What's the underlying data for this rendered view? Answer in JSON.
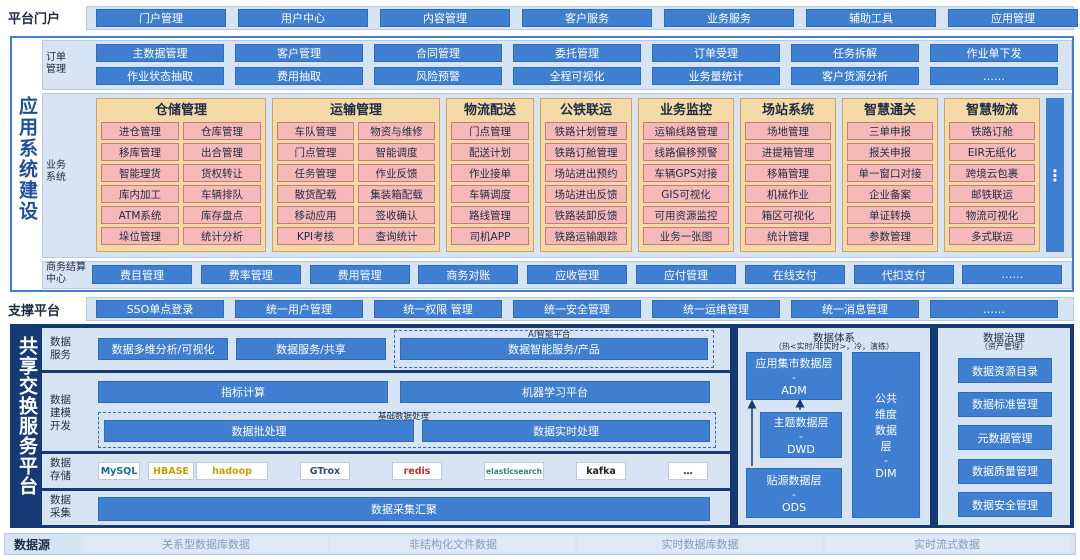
{
  "portal": {
    "label": "平台门户",
    "items": [
      "门户管理",
      "用户中心",
      "内容管理",
      "客户服务",
      "业务服务",
      "辅助工具",
      "应用管理"
    ]
  },
  "app": {
    "label": "应用系统建设",
    "order": {
      "label": "订单管理",
      "row1": [
        "主数据管理",
        "客户管理",
        "合同管理",
        "委托管理",
        "订单受理",
        "任务拆解",
        "作业单下发"
      ],
      "row2": [
        "作业状态抽取",
        "费用抽取",
        "风险预警",
        "全程可视化",
        "业务量统计",
        "客户货源分析",
        "……"
      ]
    },
    "business": {
      "label": "业务系统",
      "systems": [
        {
          "title": "仓储管理",
          "items": [
            "进仓管理",
            "仓库管理",
            "移库管理",
            "出合管理",
            "智能理货",
            "货权转让",
            "库内加工",
            "车辆排队",
            "ATM系统",
            "库存盘点",
            "垛位管理",
            "统计分析"
          ]
        },
        {
          "title": "运输管理",
          "items": [
            "车队管理",
            "物资与维修",
            "门点管理",
            "智能调度",
            "任务管理",
            "作业反馈",
            "散货配载",
            "集装箱配载",
            "移动应用",
            "签收确认",
            "KPI考核",
            "查询统计"
          ]
        },
        {
          "title": "物流配送",
          "items": [
            "门点管理",
            "配送计划",
            "作业接单",
            "车辆调度",
            "路线管理",
            "司机APP"
          ]
        },
        {
          "title": "公铁联运",
          "items": [
            "铁路计划管理",
            "铁路订舱管理",
            "场站进出预约",
            "场站进出反馈",
            "铁路装卸反馈",
            "铁路运输跟踪"
          ]
        },
        {
          "title": "业务监控",
          "items": [
            "运输线路管理",
            "线路偏移预警",
            "车辆GPS对接",
            "GIS可视化",
            "可用资源监控",
            "业务一张图"
          ]
        },
        {
          "title": "场站系统",
          "items": [
            "场地管理",
            "进提箱管理",
            "移箱管理",
            "机械作业",
            "箱区可视化",
            "统计管理"
          ]
        },
        {
          "title": "智慧通关",
          "items": [
            "三单申报",
            "报关申报",
            "单一窗口对接",
            "企业备案",
            "单证转换",
            "参数管理"
          ]
        },
        {
          "title": "智慧物流",
          "items": [
            "铁路订舱",
            "EIR无纸化",
            "跨境云包裹",
            "邮铁联运",
            "物流可视化",
            "多式联运"
          ]
        }
      ],
      "more": "⋮"
    },
    "settlement": {
      "label": "商务结算中心",
      "items": [
        "费目管理",
        "费率管理",
        "费用管理",
        "商务对账",
        "应收管理",
        "应付管理",
        "在线支付",
        "代扣支付",
        "……"
      ]
    }
  },
  "support": {
    "label": "支撑平台",
    "items": [
      "SSO单点登录",
      "统一用户管理",
      "统一权限 管理",
      "统一安全管理",
      "统一运维管理",
      "统一消息管理",
      "……"
    ]
  },
  "share": {
    "label": "共享交换服务平台",
    "service": {
      "label": "数据服务",
      "items": [
        "数据多维分析/可视化",
        "数据服务/共享"
      ],
      "ai_title": "AI智能平台",
      "ai_item": "数据智能服务/产品"
    },
    "modeling": {
      "label": "数据建模开发",
      "items": [
        "指标计算",
        "机器学习平台"
      ],
      "base_title": "基础数据处理",
      "base_items": [
        "数据批处理",
        "数据实时处理"
      ]
    },
    "storage": {
      "label": "数据存储",
      "logos": [
        "MySQL",
        "HBASE",
        "hadoop",
        "GTrox",
        "redis",
        "elasticsearch",
        "kafka",
        "…"
      ]
    },
    "collect": {
      "label": "数据采集",
      "item": "数据采集汇聚"
    },
    "system": {
      "title": "数据体系",
      "subtitle": "（热<实时/非实时>，冷，演练）",
      "adm": [
        "应用集市数据层",
        "-",
        "ADM"
      ],
      "dwd": [
        "主题数据层",
        "-",
        "DWD"
      ],
      "ods": [
        "贴源数据层",
        "-",
        "ODS"
      ],
      "dim": [
        "公共",
        "维度",
        "数据",
        "层",
        "-",
        "DIM"
      ]
    },
    "governance": {
      "title": "数据治理",
      "subtitle": "（资产管理）",
      "items": [
        "数据资源目录",
        "数据标准管理",
        "元数据管理",
        "数据质量管理",
        "数据安全管理"
      ]
    }
  },
  "datasource": {
    "label": "数据源",
    "items": [
      "关系型数据库数据",
      "非结构化文件数据",
      "实时数据库数据",
      "实时流式数据"
    ]
  }
}
